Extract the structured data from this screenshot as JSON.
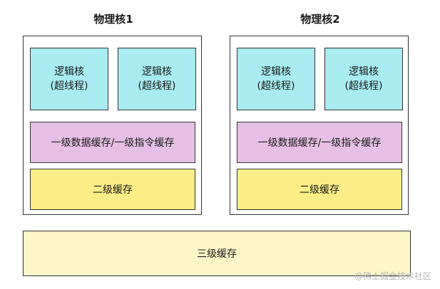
{
  "cores": [
    {
      "title": "物理核1",
      "logical_cores": [
        {
          "line1": "逻辑核",
          "line2": "(超线程)"
        },
        {
          "line1": "逻辑核",
          "line2": "(超线程)"
        }
      ],
      "l1_label": "一级数据缓存/一级指令缓存",
      "l2_label": "二级缓存"
    },
    {
      "title": "物理核2",
      "logical_cores": [
        {
          "line1": "逻辑核",
          "line2": "(超线程)"
        },
        {
          "line1": "逻辑核",
          "line2": "(超线程)"
        }
      ],
      "l1_label": "一级数据缓存/一级指令缓存",
      "l2_label": "二级缓存"
    }
  ],
  "l3_label": "三级缓存",
  "watermark": "@稀土掘金技术社区",
  "colors": {
    "logical_core": "#a8ecf2",
    "l1_cache": "#e6bfe6",
    "l2_cache": "#fbee86",
    "l3_cache": "#fdf6c8"
  }
}
